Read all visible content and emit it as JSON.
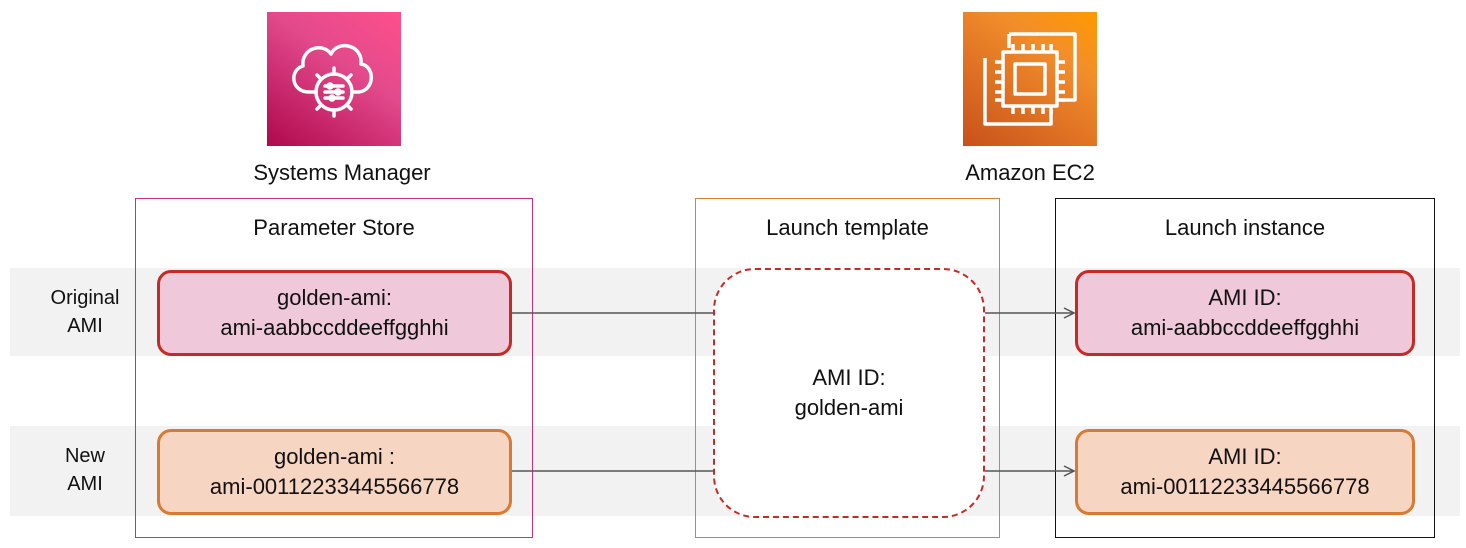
{
  "services": {
    "ssm": {
      "label": "Systems Manager",
      "icon": "systems-manager-icon",
      "color": "#e7157b"
    },
    "ec2": {
      "label": "Amazon EC2",
      "icon": "ec2-instance-icon",
      "color": "#ff9900"
    }
  },
  "groups": {
    "parameter_store": {
      "title": "Parameter Store"
    },
    "launch_template": {
      "title": "Launch template"
    },
    "launch_instance": {
      "title": "Launch instance"
    }
  },
  "rows": {
    "original": {
      "label": "Original\nAMI"
    },
    "new": {
      "label": "New\nAMI"
    }
  },
  "parameter_store": {
    "original": {
      "line1": "golden-ami:",
      "line2": "ami-aabbccddeeffgghhi"
    },
    "new": {
      "line1": "golden-ami :",
      "line2": "ami-00112233445566778"
    }
  },
  "launch_template": {
    "line1": "AMI ID:",
    "line2": "golden-ami"
  },
  "launch_instance": {
    "original": {
      "line1": "AMI ID:",
      "line2": "ami-aabbccddeeffgghhi"
    },
    "new": {
      "line1": "AMI ID:",
      "line2": "ami-00112233445566778"
    }
  },
  "colors": {
    "original_fill": "#efc9d9",
    "original_border": "#c42b26",
    "new_fill": "#f6d5c2",
    "new_border": "#d97a34",
    "parameter_store_border": "#c7307a",
    "launch_template_border": "#d9822b",
    "launch_instance_border": "#111111",
    "row_band": "#f2f2f2"
  }
}
